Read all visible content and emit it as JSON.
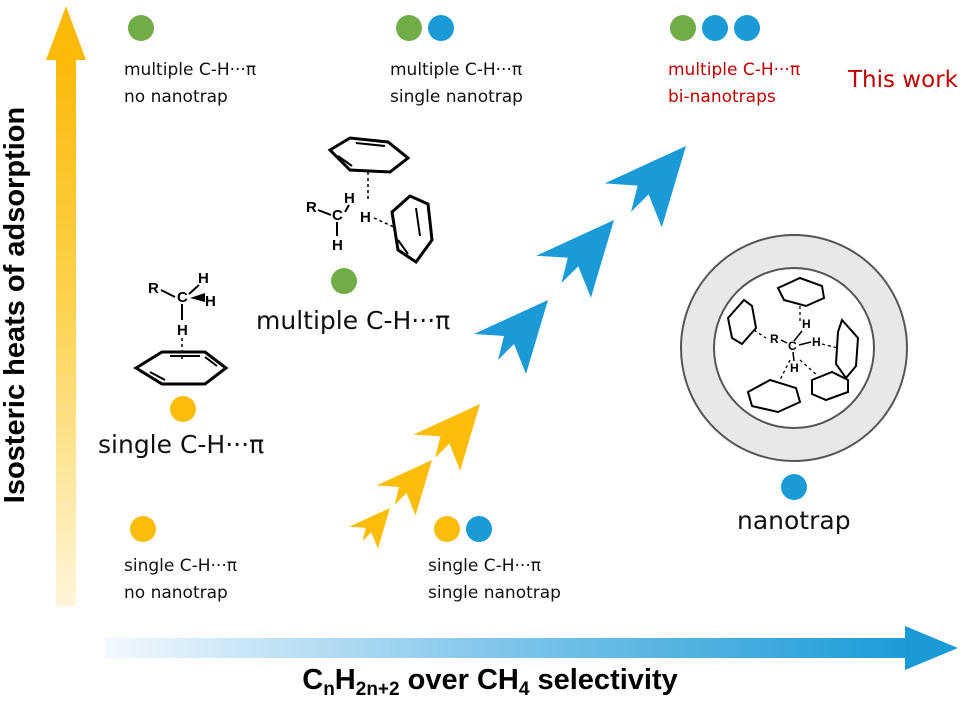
{
  "axes": {
    "y_label": "Isosteric heats of adsorption",
    "x_label": {
      "c": "C",
      "n": "n",
      "h": "H",
      "sub": "2n+2",
      "rest": " over CH",
      "four": "4",
      "tail": "  selectivity"
    }
  },
  "colors": {
    "yellow": "#fbbd0a",
    "green": "#70ad47",
    "blue": "#1a9bd7",
    "red": "#c00000",
    "ring": "#e8e8ea"
  },
  "categories": {
    "top_left": {
      "line1": "multiple C-H···π",
      "line2": "no nanotrap",
      "dots": [
        "green"
      ]
    },
    "top_mid": {
      "line1": "multiple C-H···π",
      "line2": "single nanotrap",
      "dots": [
        "green",
        "blue"
      ]
    },
    "top_right": {
      "line1": "multiple C-H···π",
      "line2": "bi-nanotraps",
      "dots": [
        "green",
        "blue",
        "blue"
      ]
    },
    "bottom_left": {
      "line1": "single C-H···π",
      "line2": "no nanotrap",
      "dots": [
        "yellow"
      ]
    },
    "bottom_mid": {
      "line1": "single C-H···π",
      "line2": "single nanotrap",
      "dots": [
        "yellow",
        "blue"
      ]
    }
  },
  "this_work": "This work",
  "interactions": {
    "single": "single C-H···π",
    "multiple": "multiple C-H···π",
    "nanotrap": "nanotrap"
  },
  "molecule_atoms": {
    "R": "R",
    "C": "C",
    "H": "H"
  }
}
